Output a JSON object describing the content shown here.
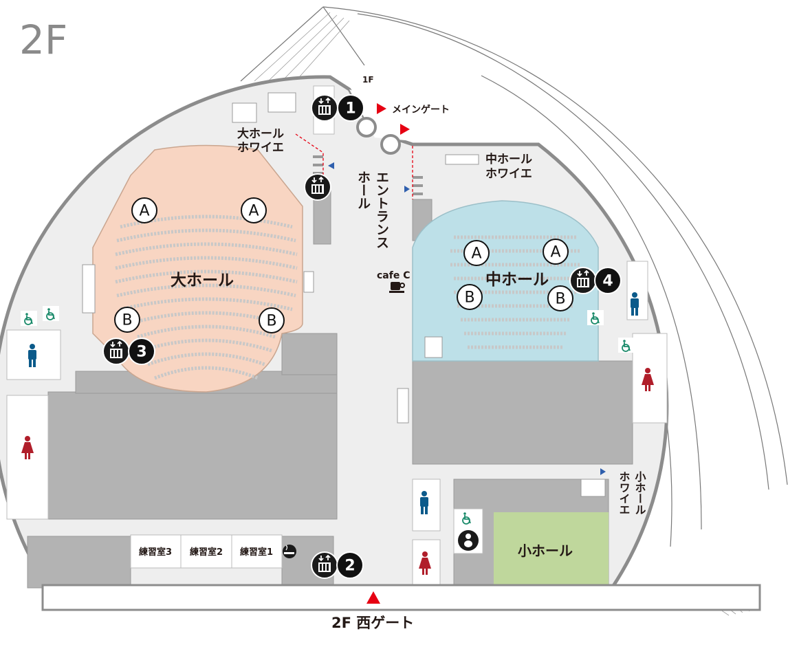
{
  "floor_label": "2F",
  "upper_floor_label": "1F",
  "colors": {
    "large_hall": "#f8d5c2",
    "middle_hall": "#bde0e8",
    "small_hall": "#bfd79c",
    "wall": "#8c8c8c",
    "floor": "#eeeeee",
    "block": "#b3b3b3",
    "gate_arrow": "#e60012",
    "stair_arrow": "#2f5fad",
    "male": "#0b5a8a",
    "female": "#b01e2a",
    "accessible": "#1a8a6a"
  },
  "gates": {
    "main_gate": "メインゲート",
    "west_gate": "2F 西ゲート"
  },
  "areas": {
    "large_hall": "大ホール",
    "large_foyer_line1": "大ホール",
    "large_foyer_line2": "ホワイエ",
    "entrance_col1": "エントランス",
    "entrance_col2": "ホール",
    "cafe": "cafe C",
    "middle_hall": "中ホール",
    "middle_foyer_line1": "中ホール",
    "middle_foyer_line2": "ホワイエ",
    "small_hall": "小ホール",
    "small_foyer_col1": "小ホール",
    "small_foyer_col2": "ホワイエ"
  },
  "practice_rooms": [
    "練習室3",
    "練習室2",
    "練習室1"
  ],
  "seat_blocks": {
    "a": "A",
    "b": "B"
  },
  "elevators": [
    "1",
    "2",
    "3",
    "4"
  ],
  "icons": [
    "elevator-icon",
    "male-restroom-icon",
    "female-restroom-icon",
    "accessible-restroom-icon",
    "baby-care-icon",
    "smoking-area-icon",
    "cafe-cup-icon"
  ]
}
